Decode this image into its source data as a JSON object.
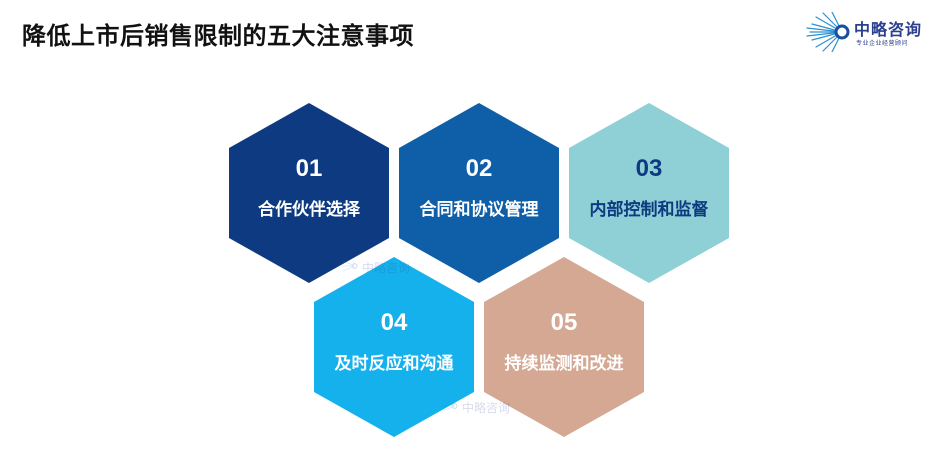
{
  "slide": {
    "title": "降低上市后销售限制的五大注意事项"
  },
  "logo": {
    "name": "中略咨询",
    "tagline": "专业企业经营顾问"
  },
  "items": [
    {
      "number": "01",
      "label": "合作伙伴选择",
      "color": "#0d3a80",
      "text_color": "#ffffff"
    },
    {
      "number": "02",
      "label": "合同和协议管理",
      "color": "#0f5ea8",
      "text_color": "#ffffff"
    },
    {
      "number": "03",
      "label": "内部控制和监督",
      "color": "#8fd0d6",
      "text_color": "#0d3a80"
    },
    {
      "number": "04",
      "label": "及时反应和沟通",
      "color": "#14b1ec",
      "text_color": "#ffffff"
    },
    {
      "number": "05",
      "label": "持续监测和改进",
      "color": "#d4a892",
      "text_color": "#ffffff"
    }
  ],
  "watermark": {
    "text": "中略咨询"
  }
}
